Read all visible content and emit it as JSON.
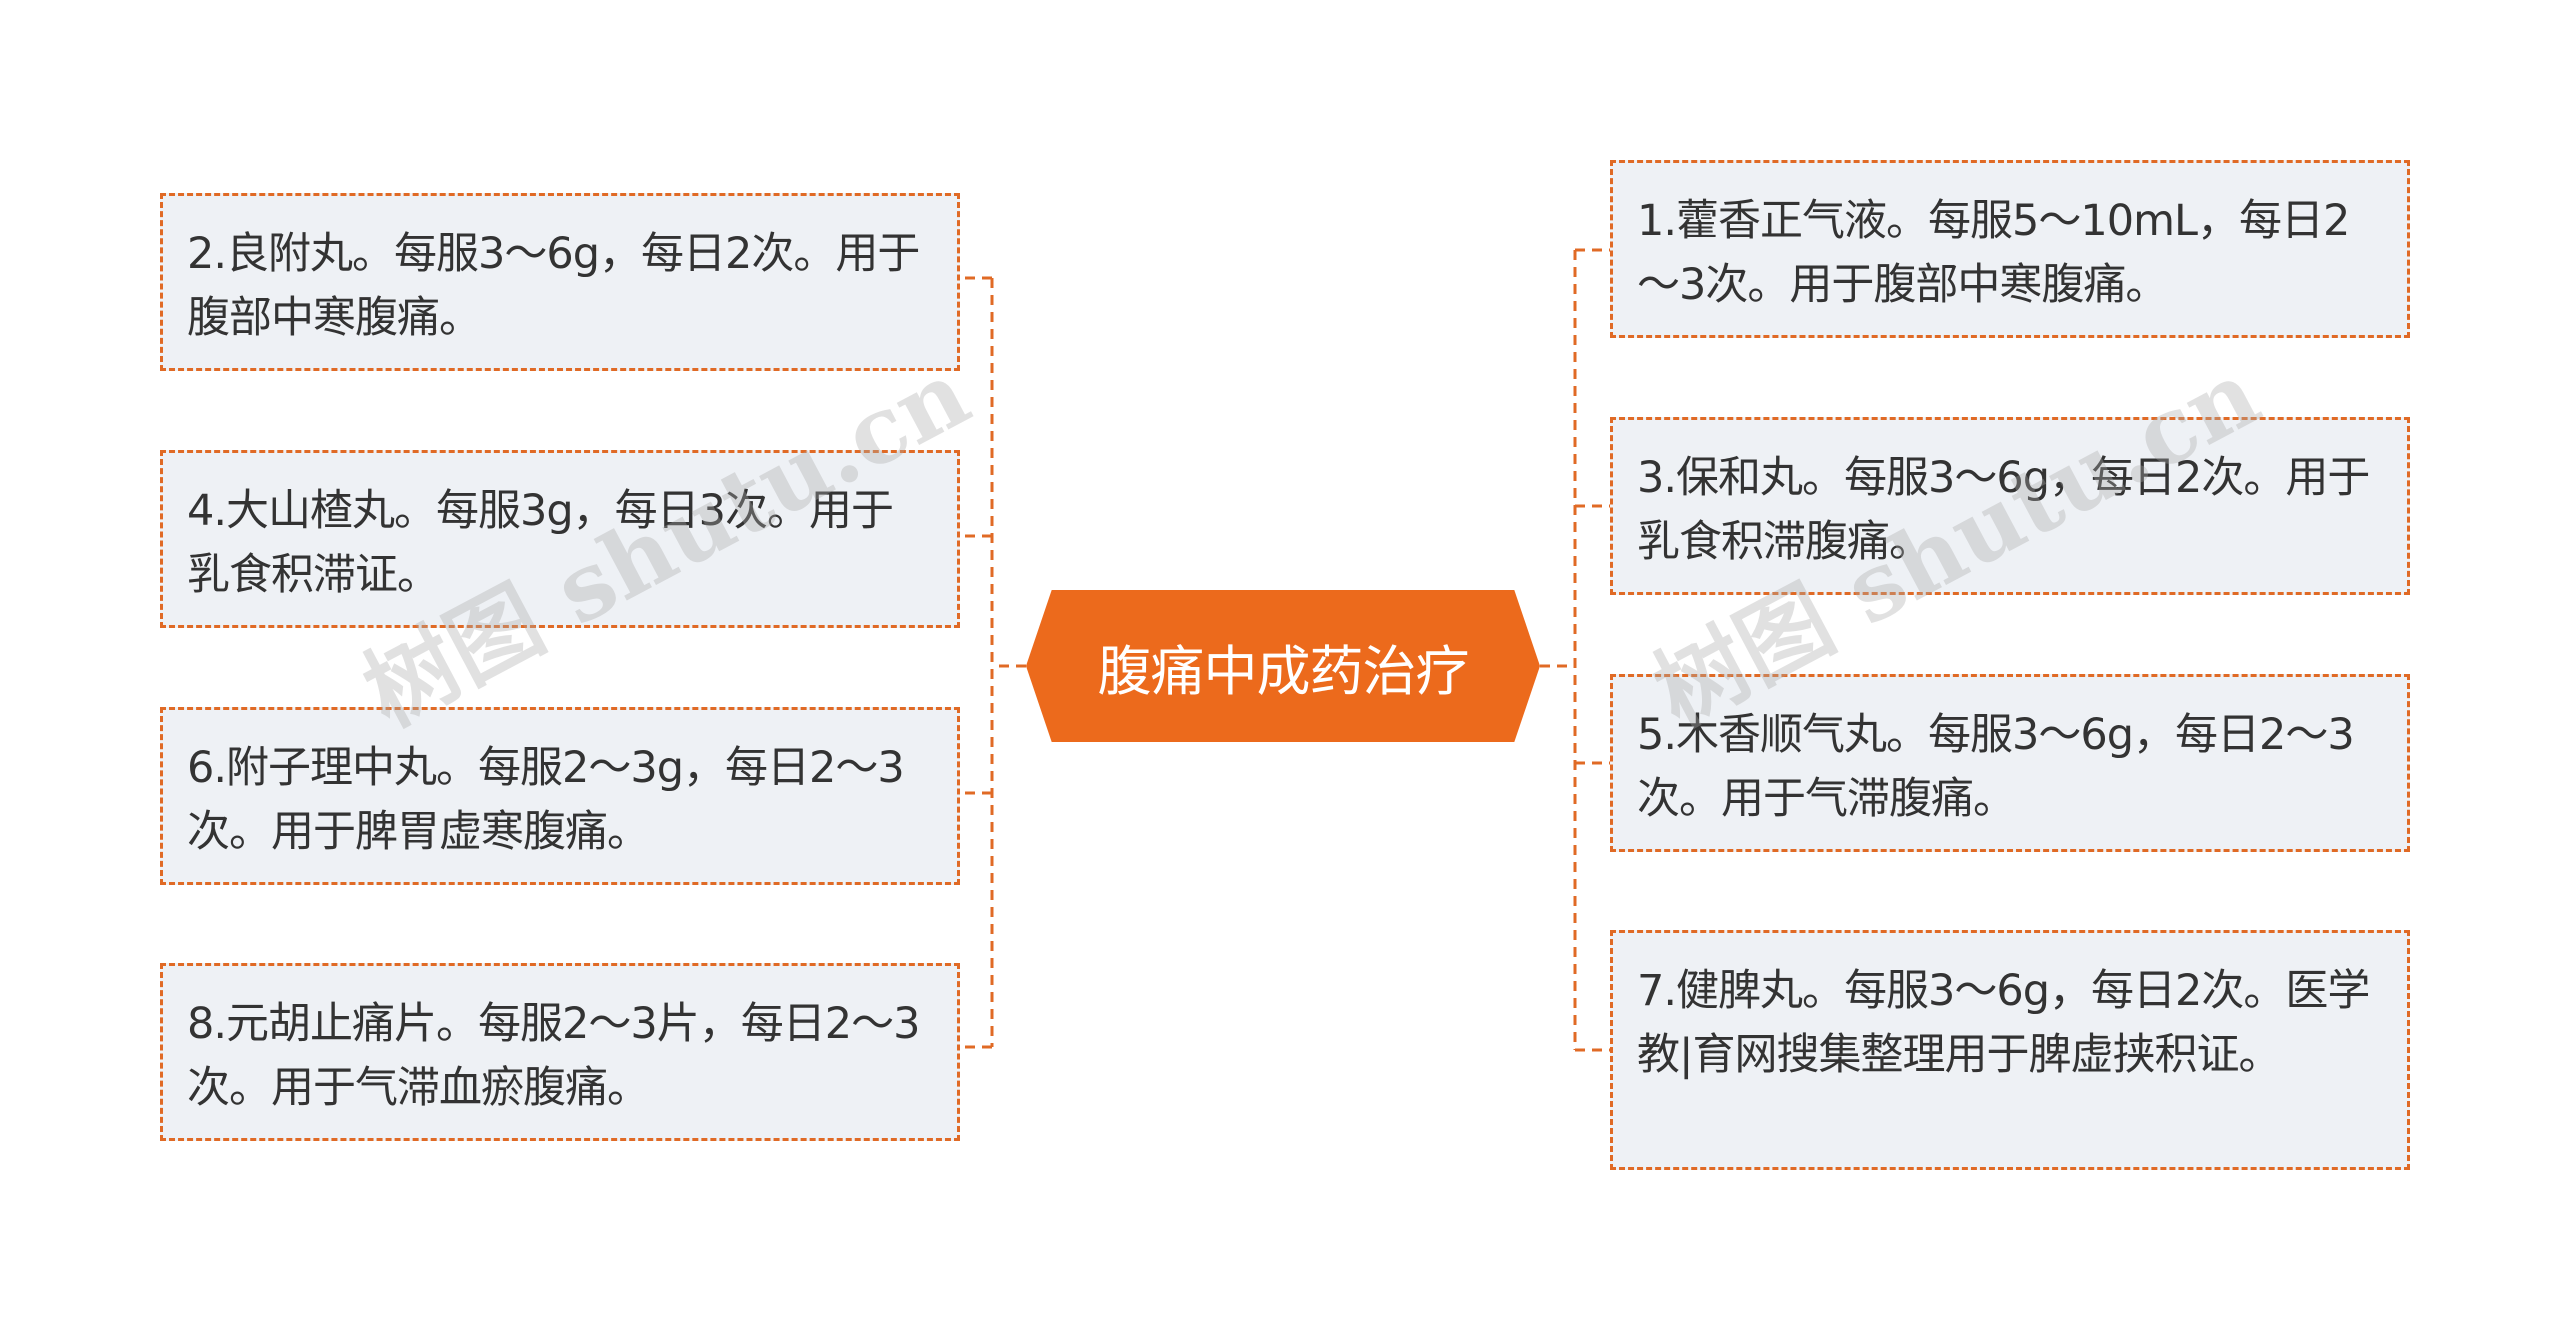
{
  "center": {
    "label": "腹痛中成药治疗"
  },
  "left_nodes": [
    {
      "text": "2.良附丸。每服3～6g，每日2次。用于腹部中寒腹痛。"
    },
    {
      "text": "4.大山楂丸。每服3g，每日3次。用于乳食积滞证。"
    },
    {
      "text": "6.附子理中丸。每服2～3g，每日2～3次。用于脾胃虚寒腹痛。"
    },
    {
      "text": "8.元胡止痛片。每服2～3片，每日2～3次。用于气滞血瘀腹痛。"
    }
  ],
  "right_nodes": [
    {
      "text": "1.藿香正气液。每服5～10mL，每日2～3次。用于腹部中寒腹痛。"
    },
    {
      "text": "3.保和丸。每服3～6g，每日2次。用于乳食积滞腹痛。"
    },
    {
      "text": "5.木香顺气丸。每服3～6g，每日2～3次。用于气滞腹痛。"
    },
    {
      "text": "7.健脾丸。每服3～6g，每日2次。医学教|育网搜集整理用于脾虚挟积证。"
    }
  ],
  "watermark": "树图 shutu.cn",
  "colors": {
    "accent": "#ec6a1c",
    "node_fill": "#eef1f5",
    "dash": "#e06a25",
    "text": "#333333"
  }
}
